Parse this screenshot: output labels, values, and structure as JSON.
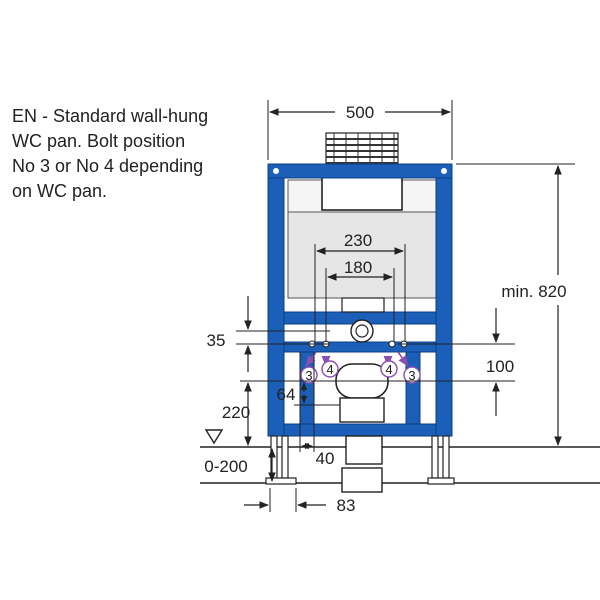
{
  "note": {
    "lines": [
      "EN - Standard wall-hung",
      "WC pan. Bolt position",
      "No 3 or No 4 depending",
      "on WC pan."
    ]
  },
  "dimensions": {
    "frame_width": "500",
    "min_height": "min. 820",
    "bolt_spacing_outer": "230",
    "bolt_spacing_inner": "180",
    "bolt_vertical_offset": "35",
    "bolt_to_axis": "100",
    "outlet_height": "64",
    "floor_to_outlet": "220",
    "floor_adjust": "0-200",
    "pipe_offset": "40",
    "leg_to_pipe": "83"
  },
  "bolt_positions": [
    "3",
    "4",
    "4",
    "3"
  ],
  "colors": {
    "frame": "#1b5fb8",
    "frame_edge": "#0e3f86",
    "tank": "#e6e6e6",
    "bolt_marker": "#8a4fb0",
    "line": "#222222"
  }
}
